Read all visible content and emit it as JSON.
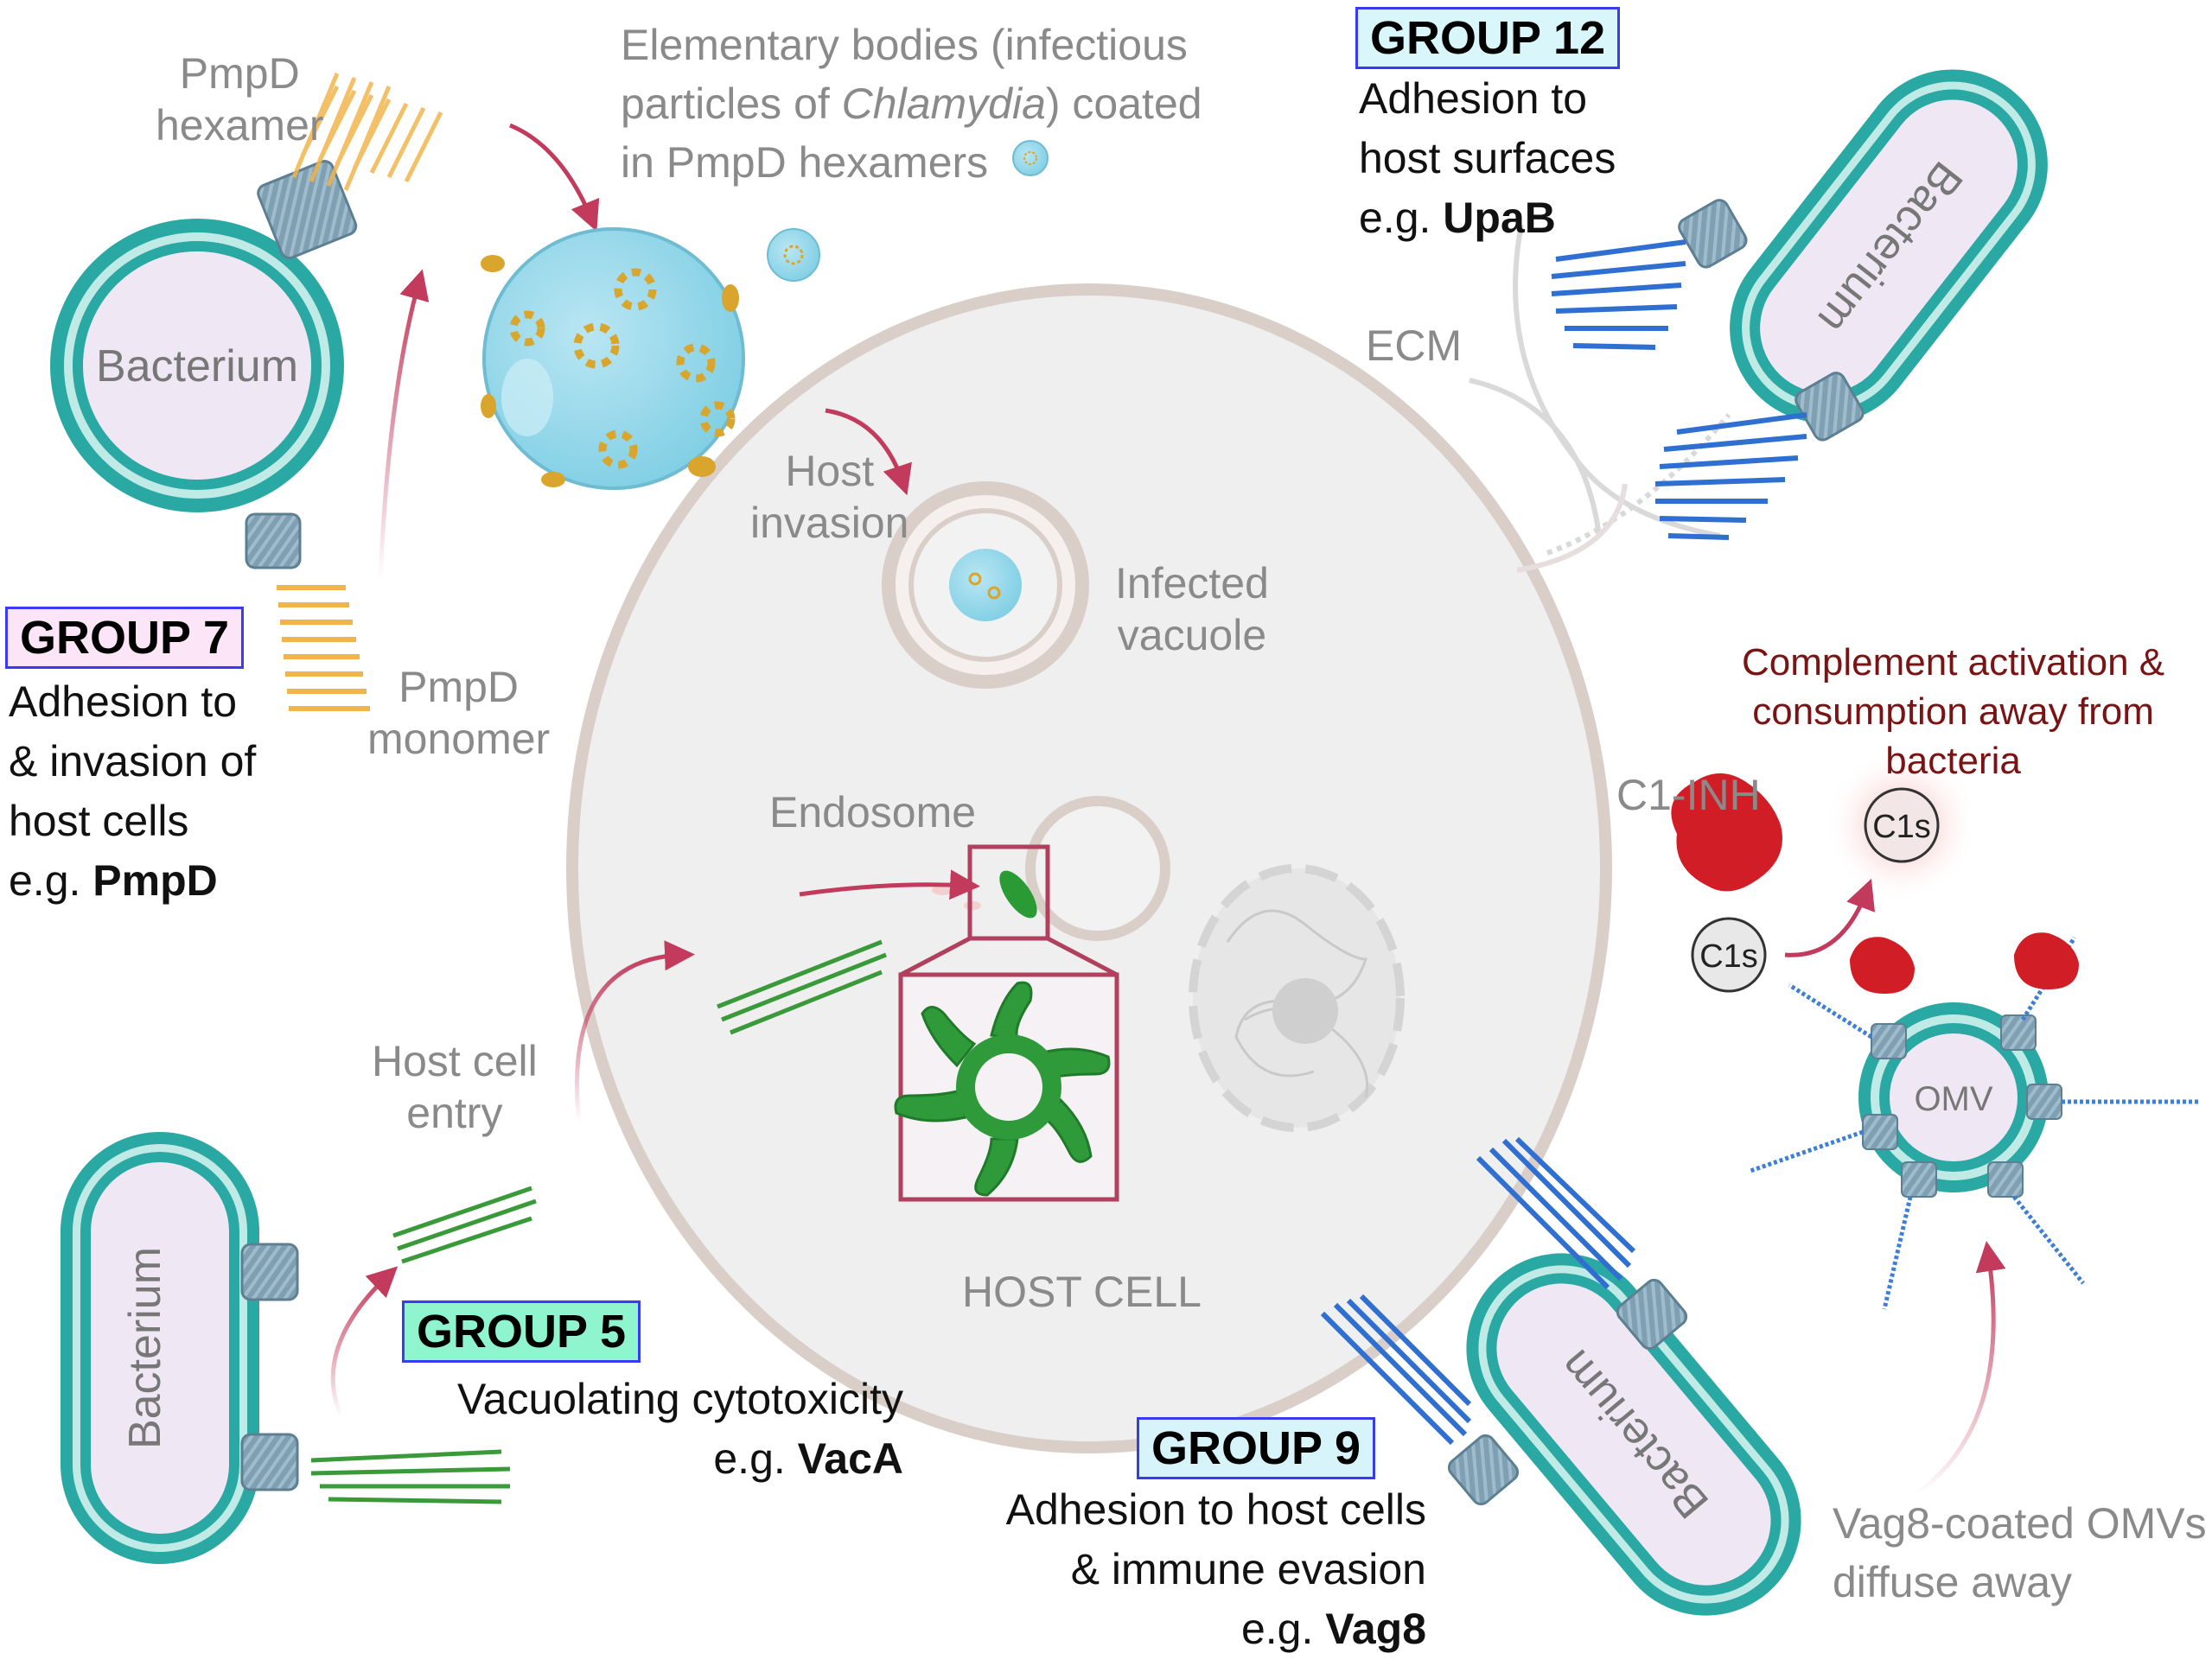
{
  "host_cell": {
    "label": "HOST CELL"
  },
  "group7": {
    "title": "GROUP 7",
    "lines": [
      "Adhesion to",
      "& invasion of",
      "host cells"
    ],
    "example_prefix": "e.g. ",
    "example": "PmpD",
    "bacterium": "Bacterium",
    "hexamer_label": [
      "PmpD",
      "hexamer"
    ],
    "monomer_label": [
      "PmpD",
      "monomer"
    ]
  },
  "chlamydia": {
    "line1": "Elementary bodies (infectious",
    "line2_pre": "particles of ",
    "line2_italic": "Chlamydia",
    "line2_post": ") coated",
    "line3": "in PmpD hexamers",
    "host_invasion": [
      "Host",
      "invasion"
    ],
    "infected_vacuole": [
      "Infected",
      "vacuole"
    ]
  },
  "group12": {
    "title": "GROUP 12",
    "lines": [
      "Adhesion to",
      "host surfaces"
    ],
    "example_prefix": "e.g. ",
    "example": "UpaB",
    "bacterium": "Bacterium",
    "ecm": "ECM"
  },
  "group5": {
    "title": "GROUP 5",
    "lines": [
      "Vacuolating cytotoxicity"
    ],
    "example_prefix": "e.g. ",
    "example": "VacA",
    "bacterium": "Bacterium",
    "entry_label": [
      "Host cell",
      "entry"
    ],
    "endosome": "Endosome"
  },
  "group9": {
    "title": "GROUP 9",
    "lines": [
      "Adhesion to host cells",
      "& immune evasion"
    ],
    "example_prefix": "e.g. ",
    "example": "Vag8",
    "bacterium": "Bacterium",
    "omv": "OMV",
    "c1inh": "C1-INH",
    "c1s": "C1s",
    "complement": [
      "Complement activation &",
      "consumption away from",
      "bacteria"
    ],
    "diffuse": [
      "Vag8-coated OMVs",
      "diffuse away"
    ]
  },
  "colors": {
    "group7_fill": "#fbe5f6",
    "group12_fill": "#d9f6fb",
    "group5_fill": "#8ff5cf",
    "group9_fill": "#d6f4fa",
    "membrane_teal": "#2aa8a3",
    "bacterium_fill": "#efe8f4",
    "arrow": "#c23b5d",
    "cell_fill": "#efefef",
    "cell_border": "#d9cfc8"
  },
  "icons": [
    "autotransporter-barrel-icon",
    "pmpd-protein-icon",
    "vaca-protein-icon",
    "upab-protein-icon",
    "vag8-protein-icon",
    "c1-inh-protein-icon",
    "nucleus-icon"
  ]
}
